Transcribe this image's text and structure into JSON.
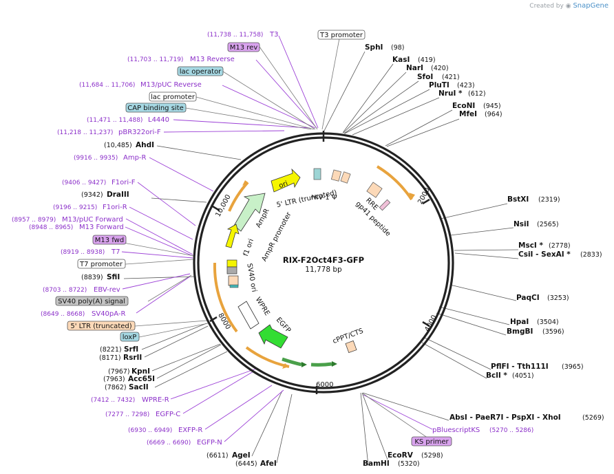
{
  "watermark": {
    "prefix": "Created by",
    "brand": "SnapGene"
  },
  "plasmid": {
    "name": "RIX-F2Oct4F3-GFP",
    "length_label": "11,778 bp",
    "length": 11778
  },
  "ticks": [
    "2000",
    "4000",
    "6000",
    "8000",
    "10,000"
  ],
  "sites_right": [
    {
      "name": "SphI",
      "pos": "(98)"
    },
    {
      "name": "KasI",
      "pos": "(419)"
    },
    {
      "name": "NarI",
      "pos": "(420)"
    },
    {
      "name": "SfoI",
      "pos": "(421)"
    },
    {
      "name": "PluTI",
      "pos": "(423)"
    },
    {
      "name": "NruI *",
      "pos": "(612)"
    },
    {
      "name": "EcoNI",
      "pos": "(945)"
    },
    {
      "name": "MfeI",
      "pos": "(964)"
    },
    {
      "name": "BstXI",
      "pos": "(2319)"
    },
    {
      "name": "NsiI",
      "pos": "(2565)"
    },
    {
      "name": "MscI *",
      "pos": "(2778)"
    },
    {
      "name": "CsiI - SexAI *",
      "pos": "(2833)"
    },
    {
      "name": "PaqCI",
      "pos": "(3253)"
    },
    {
      "name": "HpaI",
      "pos": "(3504)"
    },
    {
      "name": "BmgBI",
      "pos": "(3596)"
    },
    {
      "name": "PflFI - Tth111I",
      "pos": "(3965)"
    },
    {
      "name": "BclI *",
      "pos": "(4051)"
    },
    {
      "name": "AbsI - PaeR7I - PspXI - XhoI",
      "pos": "(5269)"
    },
    {
      "name": "EcoRV",
      "pos": "(5298)"
    },
    {
      "name": "BamHI",
      "pos": "(5320)"
    }
  ],
  "sites_left": [
    {
      "name": "AhdI",
      "pos": "(10,485)"
    },
    {
      "name": "DraIII",
      "pos": "(9342)"
    },
    {
      "name": "SfiI",
      "pos": "(8839)"
    },
    {
      "name": "SrfI",
      "pos": "(8221)"
    },
    {
      "name": "RsrII",
      "pos": "(8171)"
    },
    {
      "name": "KpnI",
      "pos": "(7967)"
    },
    {
      "name": "Acc65I",
      "pos": "(7963)"
    },
    {
      "name": "SacII",
      "pos": "(7862)"
    },
    {
      "name": "AgeI",
      "pos": "(6611)"
    },
    {
      "name": "AfeI",
      "pos": "(6445)"
    }
  ],
  "primers": [
    {
      "name": "T3",
      "pos": "(11,738 .. 11,758)"
    },
    {
      "name": "M13 Reverse",
      "pos": "(11,703 .. 11,719)"
    },
    {
      "name": "M13/pUC Reverse",
      "pos": "(11,684 .. 11,706)"
    },
    {
      "name": "L4440",
      "pos": "(11,471 .. 11,488)"
    },
    {
      "name": "pBR322ori-F",
      "pos": "(11,218 .. 11,237)"
    },
    {
      "name": "Amp-R",
      "pos": "(9916 .. 9935)"
    },
    {
      "name": "F1ori-F",
      "pos": "(9406 .. 9427)"
    },
    {
      "name": "F1ori-R",
      "pos": "(9196 .. 9215)"
    },
    {
      "name": "M13/pUC Forward",
      "pos": "(8957 .. 8979)"
    },
    {
      "name": "M13 Forward",
      "pos": "(8948 .. 8965)"
    },
    {
      "name": "T7",
      "pos": "(8919 .. 8938)"
    },
    {
      "name": "EBV-rev",
      "pos": "(8703 .. 8722)"
    },
    {
      "name": "SV40pA-R",
      "pos": "(8649 .. 8668)"
    },
    {
      "name": "WPRE-R",
      "pos": "(7412 .. 7432)"
    },
    {
      "name": "EGFP-C",
      "pos": "(7277 .. 7298)"
    },
    {
      "name": "EXFP-R",
      "pos": "(6930 .. 6949)"
    },
    {
      "name": "EGFP-N",
      "pos": "(6669 .. 6690)"
    },
    {
      "name": "pBluescriptKS",
      "pos": "(5270 .. 5286)"
    }
  ],
  "boxed": [
    {
      "name": "T3 promoter",
      "style": "white"
    },
    {
      "name": "M13 rev",
      "style": "purple"
    },
    {
      "name": "lac operator",
      "style": "teal"
    },
    {
      "name": "lac promoter",
      "style": "white"
    },
    {
      "name": "CAP binding site",
      "style": "teal"
    },
    {
      "name": "M13 fwd",
      "style": "purple"
    },
    {
      "name": "T7 promoter",
      "style": "white"
    },
    {
      "name": "SV40 poly(A) signal",
      "style": "gray"
    },
    {
      "name": "5' LTR (truncated)",
      "style": "peach"
    },
    {
      "name": "loxP",
      "style": "teal"
    },
    {
      "name": "KS primer",
      "style": "purple"
    }
  ],
  "inner_features": [
    "ori",
    "5' LTR (truncated)",
    "HIV-1 Ψ",
    "RRE",
    "gp41 peptide",
    "AmpR",
    "AmpR promoter",
    "f1 ori",
    "SV40 ori",
    "WPRE",
    "EGFP",
    "cPPT/CTS"
  ],
  "colors": {
    "primer": "#8b2fc9",
    "ori": "#f5f500",
    "ampr": "#c8f0c8",
    "egfp": "#33dd33",
    "ltr": "#fcd9b8",
    "orange_arc": "#e8a33d",
    "backbone": "#222222"
  }
}
